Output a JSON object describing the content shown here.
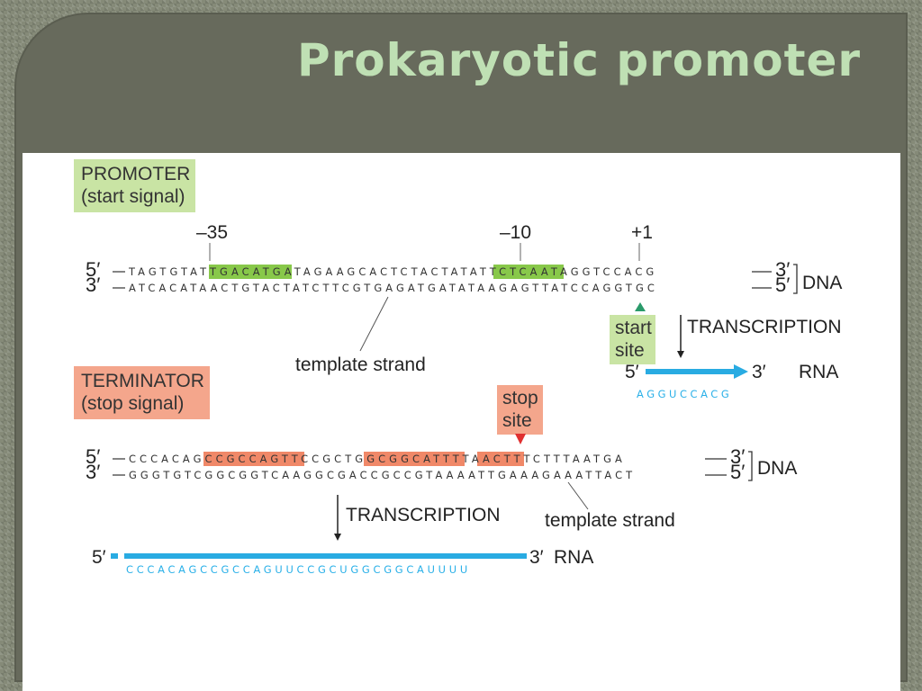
{
  "slide": {
    "title": "Prokaryotic promoter"
  },
  "promoter": {
    "box_line1": "PROMOTER",
    "box_line2": "(start signal)",
    "pos_minus35": "–35",
    "pos_minus10": "–10",
    "pos_plus1": "+1",
    "top_strand": "TAGTGTATTGACATGATAGAAGCACTCTACTATATTCTCAATAGGTCCACG",
    "bottom_strand": "ATCACATAACTGTACTATCTTCGTGAGATGATATAAGAGTTATCCAGGTGC",
    "top_5": "5′",
    "top_3": "3′",
    "bottom_3": "3′",
    "bottom_5": "5′",
    "dna_label": "DNA",
    "template_label": "template strand",
    "start_site_line1": "start",
    "start_site_line2": "site",
    "transcription_label": "TRANSCRIPTION",
    "rna_5": "5′",
    "rna_3": "3′",
    "rna_label": "RNA",
    "rna_sequence": "AGGUCCACG"
  },
  "terminator": {
    "box_line1": "TERMINATOR",
    "box_line2": "(stop signal)",
    "stop_site_line1": "stop",
    "stop_site_line2": "site",
    "top_strand": "CCCACAGCCGCCAGTTCCGCTGGCGGCATTTTAACTTTCTTTAATGA",
    "bottom_strand": "GGGTGTCGGCGGTCAAGGCGACCGCCGTAAAATTGAAAGAAATTACT",
    "top_5": "5′",
    "top_3": "3′",
    "bottom_3": "3′",
    "bottom_5": "5′",
    "dna_label": "DNA",
    "transcription_label": "TRANSCRIPTION",
    "template_label": "template strand",
    "rna_5": "5′",
    "rna_3": "3′",
    "rna_label": "RNA",
    "rna_sequence": "CCCACAGCCGCCAGUUCCGCUGGCGGCAUUUU"
  },
  "colors": {
    "promoter_highlight": "#88c84a",
    "terminator_highlight": "#f08868",
    "rna_blue": "#29abe2",
    "start_triangle": "#2a9a6a",
    "stop_triangle": "#e03030"
  }
}
